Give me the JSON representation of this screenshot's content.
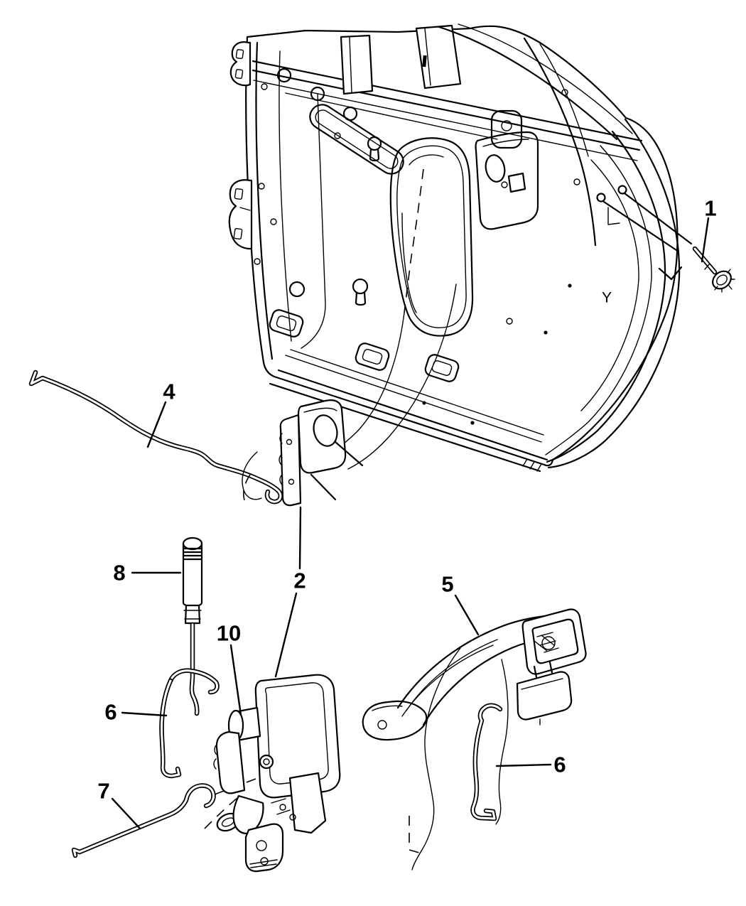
{
  "diagram": {
    "kind": "exploded-parts-line-drawing",
    "colors": {
      "background": "#ffffff",
      "line": "#000000"
    },
    "callouts": [
      {
        "label": "1"
      },
      {
        "label": "4"
      },
      {
        "label": "8"
      },
      {
        "label": "2"
      },
      {
        "label": "10"
      },
      {
        "label": "6"
      },
      {
        "label": "7"
      },
      {
        "label": "5"
      },
      {
        "label": "6"
      },
      {
        "label": "Y"
      }
    ]
  }
}
